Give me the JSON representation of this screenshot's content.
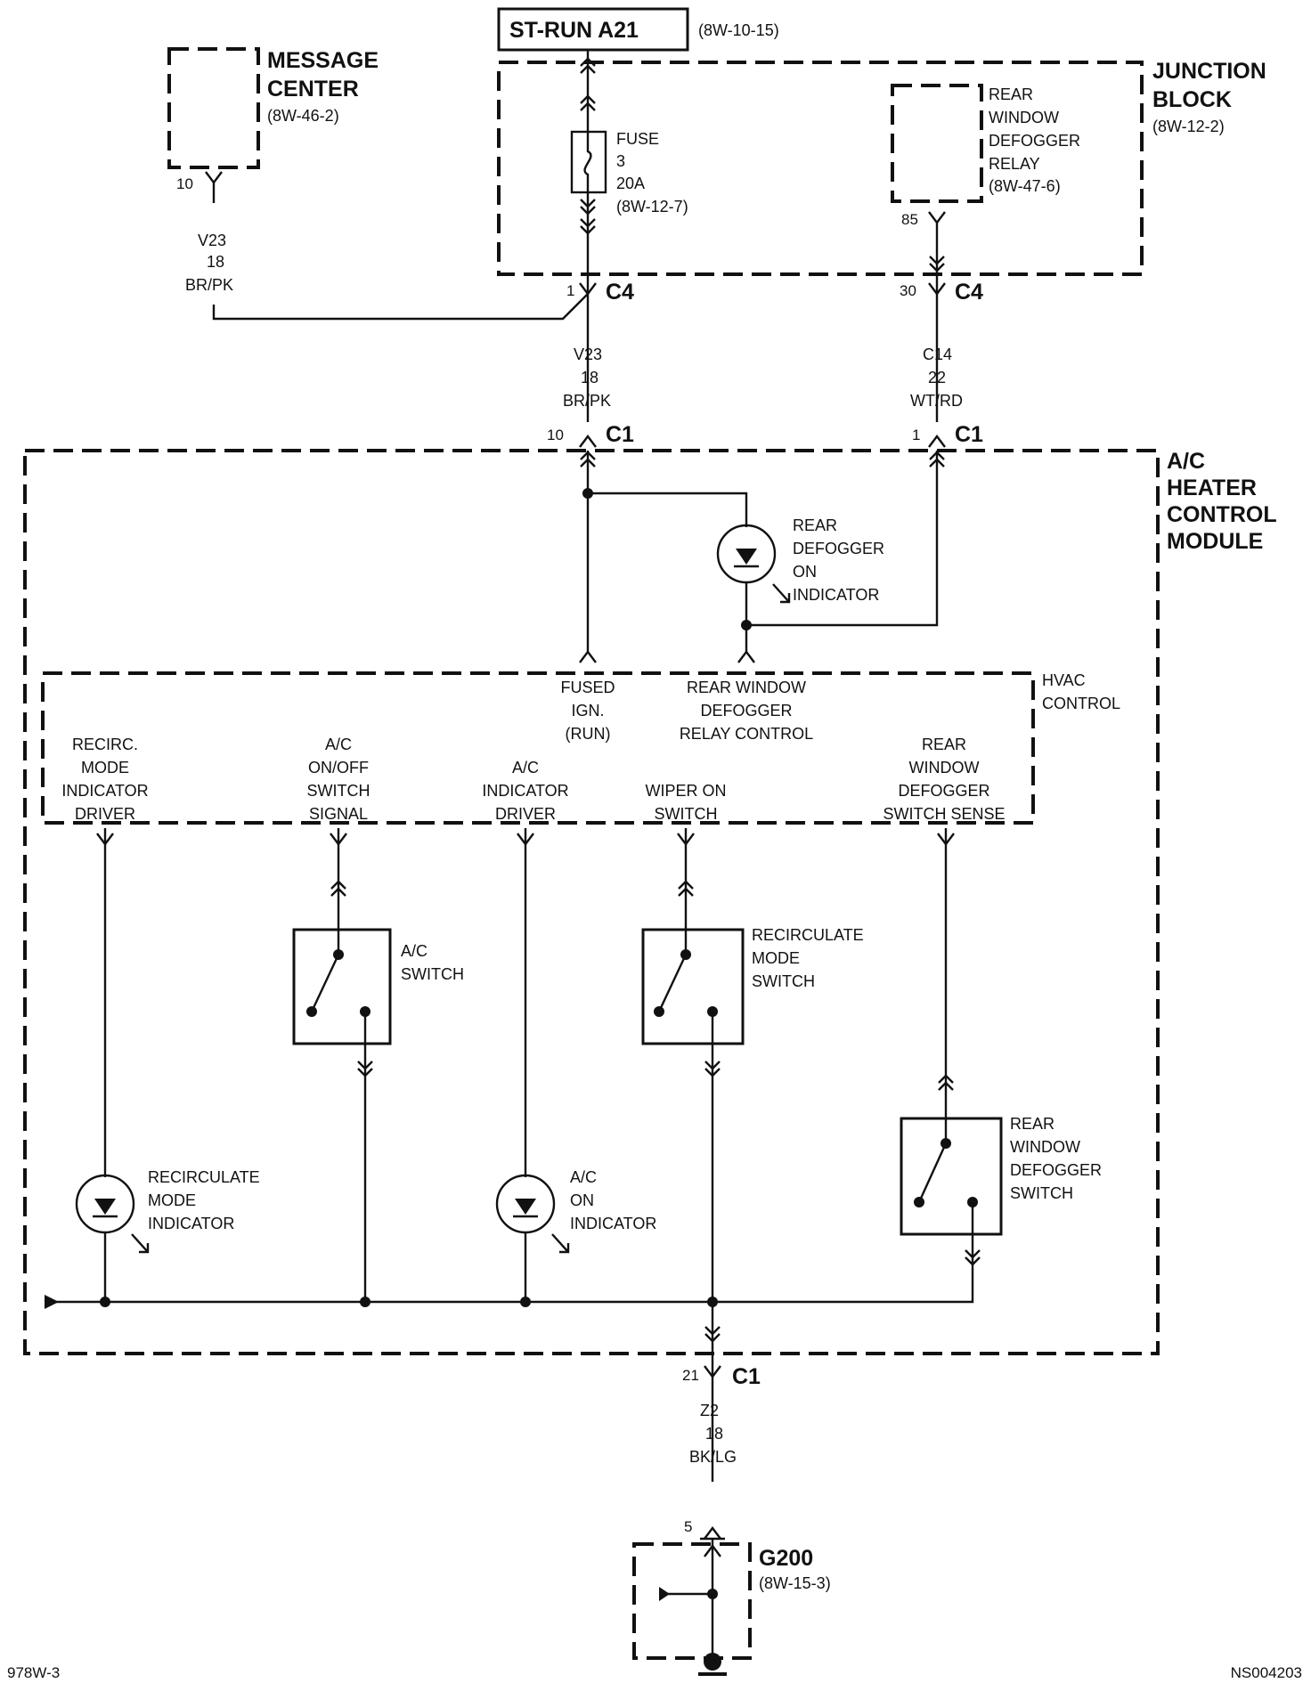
{
  "title_box": "ST-RUN A21",
  "title_ref": "(8W-10-15)",
  "message_center": {
    "line1": "MESSAGE",
    "line2": "CENTER",
    "ref": "(8W-46-2)",
    "pin": "10"
  },
  "junction_block": {
    "line1": "JUNCTION",
    "line2": "BLOCK",
    "ref": "(8W-12-2)"
  },
  "fuse": {
    "l1": "FUSE",
    "l2": "3",
    "l3": "20A",
    "l4": "(8W-12-7)"
  },
  "relay": {
    "l1": "REAR",
    "l2": "WINDOW",
    "l3": "DEFOGGER",
    "l4": "RELAY",
    "l5": "(8W-47-6)",
    "pin": "85"
  },
  "wire_v23_left": {
    "code": "V23",
    "gauge": "18",
    "color": "BR/PK"
  },
  "wire_v23": {
    "code": "V23",
    "gauge": "18",
    "color": "BR/PK"
  },
  "wire_c14": {
    "code": "C14",
    "gauge": "22",
    "color": "WT/RD"
  },
  "wire_z2": {
    "code": "Z2",
    "gauge": "18",
    "color": "BK/LG"
  },
  "c4_left": {
    "pin": "1",
    "name": "C4"
  },
  "c4_right": {
    "pin": "30",
    "name": "C4"
  },
  "c1_left": {
    "pin": "10",
    "name": "C1"
  },
  "c1_right": {
    "pin": "1",
    "name": "C1"
  },
  "c1_bottom": {
    "pin": "21",
    "name": "C1"
  },
  "module": {
    "l1": "A/C",
    "l2": "HEATER",
    "l3": "CONTROL",
    "l4": "MODULE"
  },
  "defog_indicator": {
    "l1": "REAR",
    "l2": "DEFOGGER",
    "l3": "ON",
    "l4": "INDICATOR"
  },
  "hvac": {
    "l1": "HVAC",
    "l2": "CONTROL"
  },
  "fused_ign": {
    "l1": "FUSED",
    "l2": "IGN.",
    "l3": "(RUN)"
  },
  "relay_control": {
    "l1": "REAR WINDOW",
    "l2": "DEFOGGER",
    "l3": "RELAY CONTROL"
  },
  "recirc_driver": {
    "l1": "RECIRC.",
    "l2": "MODE",
    "l3": "INDICATOR",
    "l4": "DRIVER"
  },
  "ac_switch_signal": {
    "l1": "A/C",
    "l2": "ON/OFF",
    "l3": "SWITCH",
    "l4": "SIGNAL"
  },
  "ac_driver": {
    "l1": "A/C",
    "l2": "INDICATOR",
    "l3": "DRIVER"
  },
  "wiper_switch": {
    "l1": "WIPER ON",
    "l2": "SWITCH"
  },
  "defog_sense": {
    "l1": "REAR",
    "l2": "WINDOW",
    "l3": "DEFOGGER",
    "l4": "SWITCH SENSE"
  },
  "ac_switch": {
    "l1": "A/C",
    "l2": "SWITCH"
  },
  "recirc_switch": {
    "l1": "RECIRCULATE",
    "l2": "MODE",
    "l3": "SWITCH"
  },
  "defog_switch": {
    "l1": "REAR",
    "l2": "WINDOW",
    "l3": "DEFOGGER",
    "l4": "SWITCH"
  },
  "recirc_indicator": {
    "l1": "RECIRCULATE",
    "l2": "MODE",
    "l3": "INDICATOR"
  },
  "ac_indicator": {
    "l1": "A/C",
    "l2": "ON",
    "l3": "INDICATOR"
  },
  "ground": {
    "name": "G200",
    "ref": "(8W-15-3)",
    "pin": "5"
  },
  "footer_left": "978W-3",
  "footer_right": "NS004203"
}
